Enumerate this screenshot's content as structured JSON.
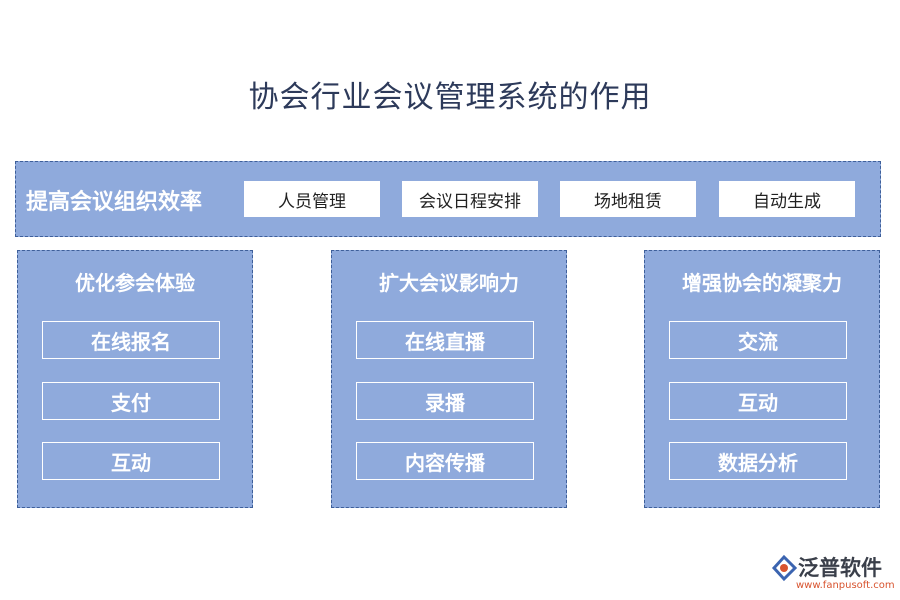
{
  "title": "协会行业会议管理系统的作用",
  "top_row": {
    "label": "提高会议组织效率",
    "items": [
      "人员管理",
      "会议日程安排",
      "场地租赁",
      "自动生成"
    ]
  },
  "columns": [
    {
      "heading": "优化参会体验",
      "items": [
        "在线报名",
        "支付",
        "互动"
      ]
    },
    {
      "heading": "扩大会议影响力",
      "items": [
        "在线直播",
        "录播",
        "内容传播"
      ]
    },
    {
      "heading": "增强协会的凝聚力",
      "items": [
        "交流",
        "互动",
        "数据分析"
      ]
    }
  ],
  "logo": {
    "name": "泛普软件",
    "url": "www.fanpusoft.com"
  },
  "colors": {
    "panel": "#8faadc",
    "title": "#2d3a5a",
    "accent": "#d8542f"
  }
}
